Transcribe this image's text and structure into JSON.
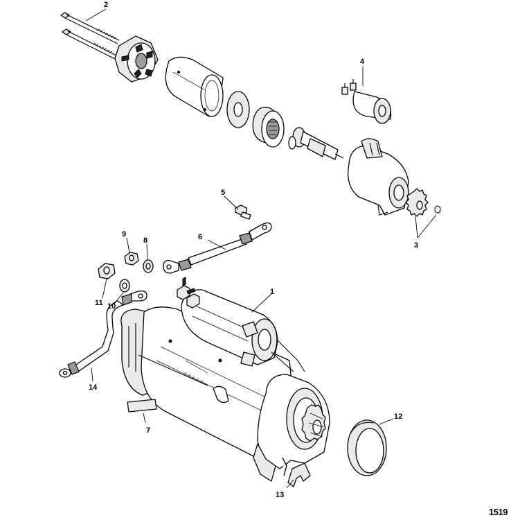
{
  "callouts": {
    "c1": "1",
    "c2": "2",
    "c3": "3",
    "c4": "4",
    "c5": "5",
    "c6": "6",
    "c7": "7",
    "c8": "8",
    "c9": "9",
    "c10": "10",
    "c11": "11",
    "c12": "12",
    "c13": "13",
    "c14": "14"
  },
  "figure_number": "1519"
}
